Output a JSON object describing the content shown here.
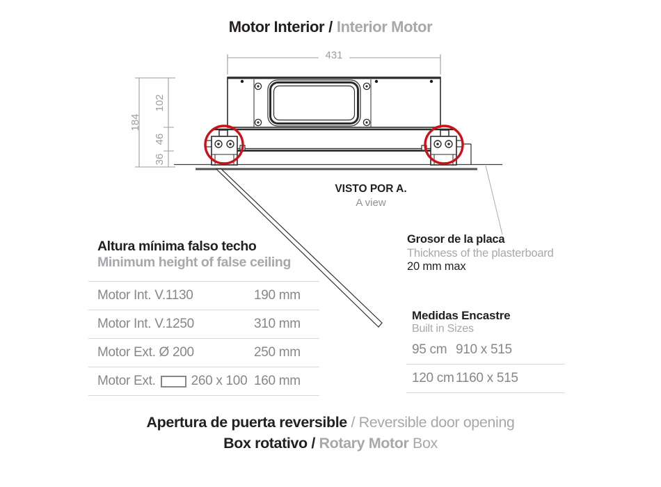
{
  "title": {
    "es": "Motor Interior",
    "slash": "/",
    "en": "Interior Motor"
  },
  "drawing": {
    "dim_width": "431",
    "dim_total_height": "184",
    "dim_box_height": "102",
    "dim_bracket_height": "46",
    "dim_plate_gap": "36",
    "view_label_es": "VISTO POR A.",
    "view_label_en": "A view",
    "red_accent": "#cb1117"
  },
  "false_ceiling_table": {
    "title_es": "Altura mínima falso techo",
    "title_en": "Minimum height of false ceiling",
    "rows": [
      {
        "label": "Motor Int. V.1130",
        "value": "190 mm"
      },
      {
        "label": "Motor Int. V.1250",
        "value": "310 mm"
      },
      {
        "label": "Motor Ext. Ø 200",
        "value": "250 mm"
      },
      {
        "label_prefix": "Motor Ext.",
        "label_suffix": "260 x 100",
        "value": "160 mm"
      }
    ]
  },
  "plasterboard": {
    "title_es": "Grosor de la placa",
    "title_en": "Thickness of the plasterboard",
    "value": "20 mm max"
  },
  "built_in_sizes": {
    "title_es": "Medidas Encastre",
    "title_en": "Built in Sizes",
    "rows": [
      {
        "size": "95 cm",
        "dimensions": "910 x 515"
      },
      {
        "size": "120 cm",
        "dimensions": "1160 x 515"
      }
    ]
  },
  "footer": {
    "line1_es": "Apertura de puerta reversible",
    "line1_sep": "/",
    "line1_en": "Reversible door opening",
    "line2_es": "Box rotativo /",
    "line2_en_bold": "Rotary Motor",
    "line2_en": "Box"
  }
}
